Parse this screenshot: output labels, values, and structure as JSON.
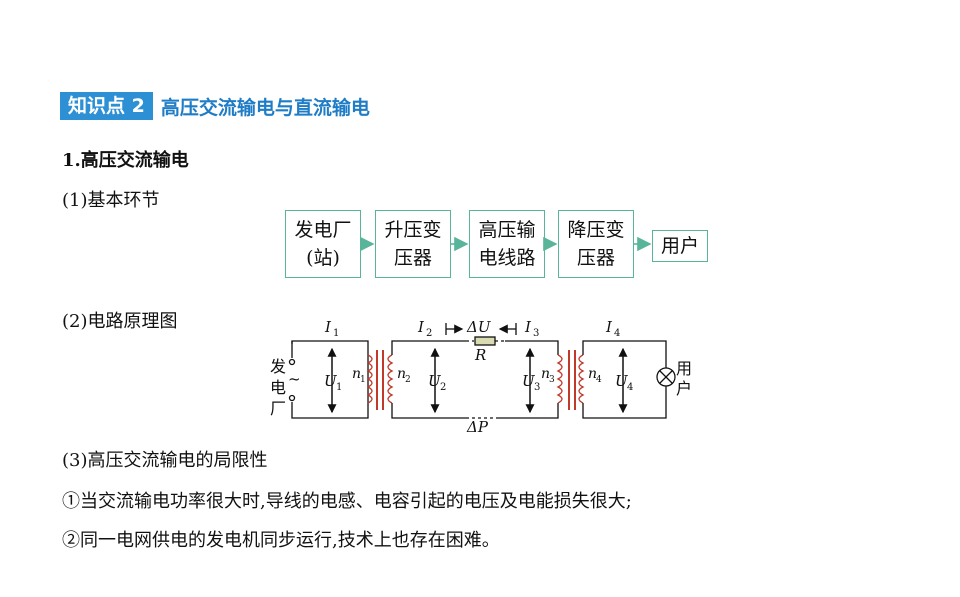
{
  "header": {
    "badge": "知识点 2",
    "title": "高压交流输电与直流输电"
  },
  "section": {
    "title": "1.高压交流输电"
  },
  "sub1": {
    "title": "(1)基本环节"
  },
  "flow": {
    "steps": [
      {
        "line1": "发电厂",
        "line2": "(站)"
      },
      {
        "line1": "升压变",
        "line2": "压器"
      },
      {
        "line1": "高压输",
        "line2": "电线路"
      },
      {
        "line1": "降压变",
        "line2": "压器"
      },
      {
        "line1": "用户",
        "line2": ""
      }
    ],
    "border_color": "#59b59a"
  },
  "sub2": {
    "title": "(2)电路原理图"
  },
  "circuit": {
    "source_label": [
      "发",
      "电",
      "厂"
    ],
    "ac_symbol": "~",
    "currents": [
      "I",
      "I",
      "I",
      "I"
    ],
    "current_subs": [
      "1",
      "2",
      "3",
      "4"
    ],
    "voltages": [
      "U",
      "U",
      "U",
      "U"
    ],
    "voltage_subs": [
      "1",
      "2",
      "3",
      "4"
    ],
    "coils": [
      "n",
      "n",
      "n",
      "n"
    ],
    "coil_subs": [
      "1",
      "2",
      "3",
      "4"
    ],
    "delta_u": "ΔU",
    "resistor": "R",
    "delta_p": "ΔP",
    "load_label": [
      "用",
      "户"
    ]
  },
  "sub3": {
    "title": "(3)高压交流输电的局限性"
  },
  "notes": [
    "①当交流输电功率很大时,导线的电感、电容引起的电压及电能损失很大;",
    "②同一电网供电的发电机同步运行,技术上也存在困难。"
  ],
  "colors": {
    "heading_blue": "#1f7cc6",
    "badge_blue": "#2d8fd4",
    "box_border": "#59b59a",
    "coil": "#c0392b"
  }
}
